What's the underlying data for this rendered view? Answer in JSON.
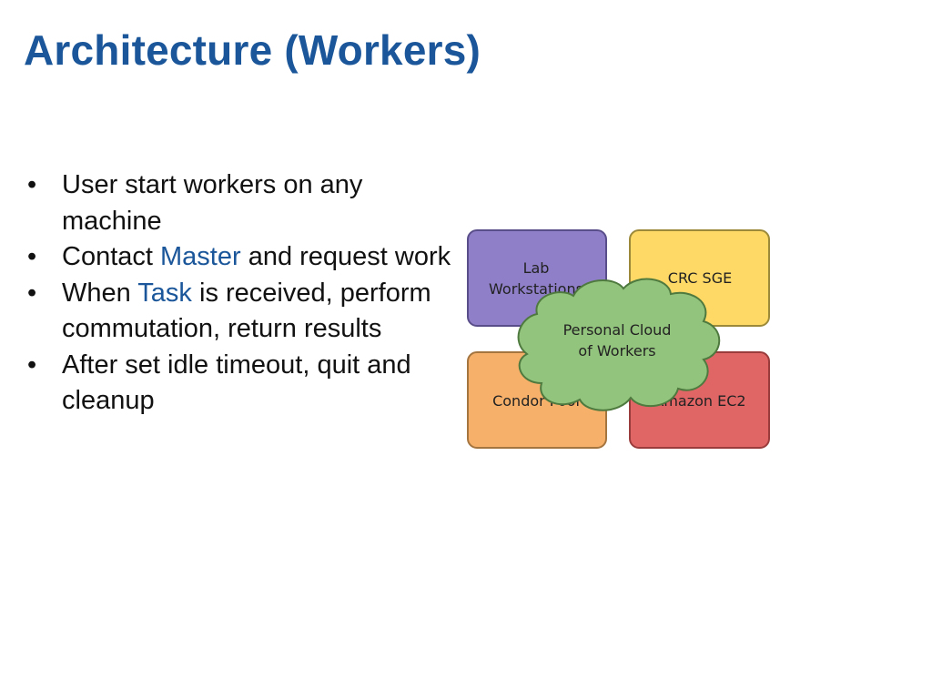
{
  "slide": {
    "title": "Architecture (Workers)",
    "bullets": [
      {
        "pre": "User start workers on any machine",
        "hl": "",
        "post": ""
      },
      {
        "pre": "Contact ",
        "hl": "Master",
        "post": " and request work"
      },
      {
        "pre": "When ",
        "hl": "Task",
        "post": " is received, perform commutation, return results"
      },
      {
        "pre": "After set idle timeout, quit and cleanup",
        "hl": "",
        "post": ""
      }
    ],
    "colors": {
      "title": "#1a5699",
      "highlight": "#1a5699",
      "text": "#111111"
    }
  },
  "diagram": {
    "boxes": [
      {
        "id": "lab",
        "label_lines": [
          "Lab",
          "Workstations"
        ],
        "fill": "#8f7fc8",
        "stroke": "#5a4e8a"
      },
      {
        "id": "crc",
        "label_lines": [
          "CRC SGE"
        ],
        "fill": "#ffd966",
        "stroke": "#9c8a3a"
      },
      {
        "id": "condor",
        "label_lines": [
          "Condor Pool"
        ],
        "fill": "#f6b06a",
        "stroke": "#a57540"
      },
      {
        "id": "ec2",
        "label_lines": [
          "Amazon EC2"
        ],
        "fill": "#e06666",
        "stroke": "#9a3c3c"
      }
    ],
    "cloud": {
      "label_lines": [
        "Personal Cloud",
        "of Workers"
      ],
      "fill": "#93c47d",
      "stroke": "#4f7a3f"
    }
  }
}
